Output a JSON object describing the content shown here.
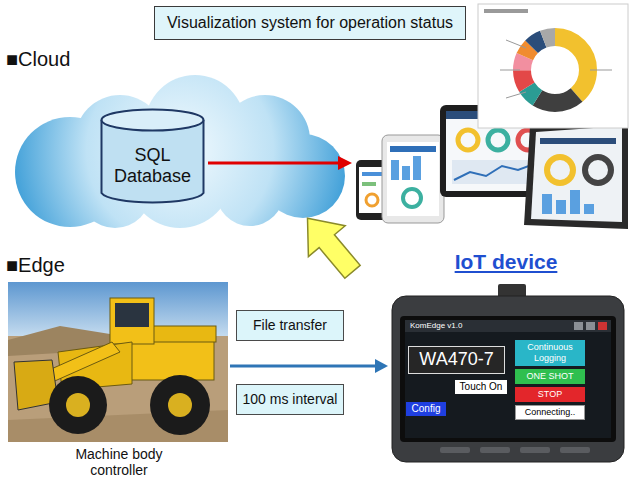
{
  "diagram": {
    "title": "Visualization system for operation status",
    "nodes": [
      {
        "text": [
          "SQL Database"
        ]
      },
      {
        "text": [
          "Machine body controller"
        ]
      },
      {
        "text": [
          "File transfer"
        ]
      },
      {
        "text": [
          "100 ms interval"
        ]
      },
      {
        "text": [
          "IoT device"
        ]
      },
      {
        "text": [
          "WA470-7"
        ],
        "in": 4
      },
      {
        "text": [
          "Touch On"
        ],
        "in": 4
      },
      {
        "text": [
          "Config"
        ],
        "in": 4
      },
      {
        "text": [
          "Continuous Logging"
        ],
        "in": 4
      },
      {
        "text": [
          "ONE SHOT"
        ],
        "in": 4
      },
      {
        "text": [
          "STOP"
        ],
        "in": 4
      },
      {
        "text": [
          "Connecting.."
        ],
        "in": 4
      }
    ],
    "edges": [
      {
        "from": 1,
        "to": 4,
        "arrow": "to"
      }
    ],
    "labels": [
      "■Cloud",
      "■Edge",
      "KomEdge v1.0"
    ]
  }
}
